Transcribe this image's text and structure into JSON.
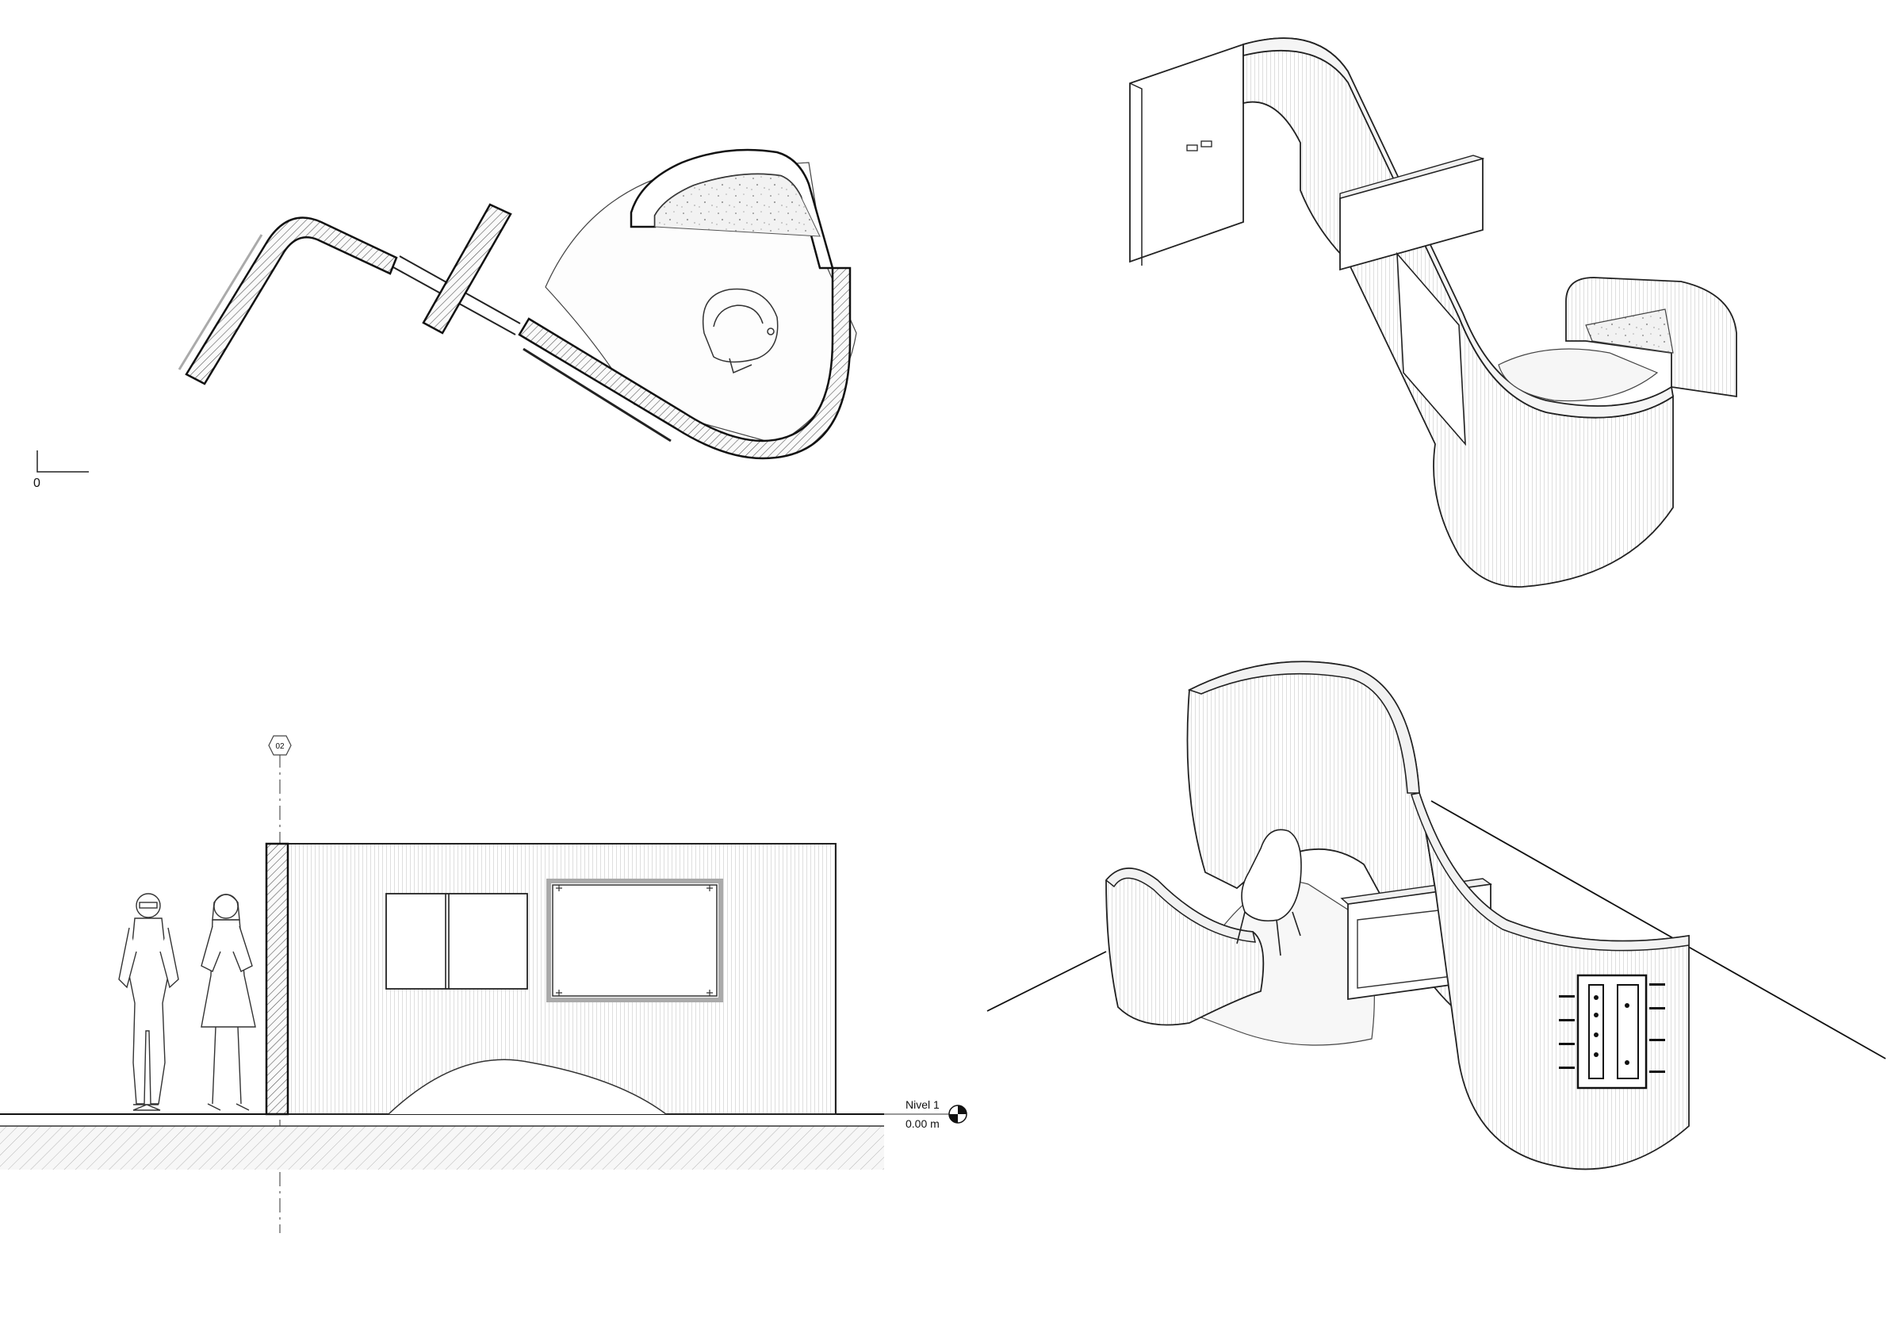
{
  "sheet": {
    "plan": {
      "scale_label": "0"
    },
    "elevation": {
      "grid_bubble": "02",
      "level_name": "Nivel 1",
      "level_elevation": "0.00 m"
    }
  }
}
